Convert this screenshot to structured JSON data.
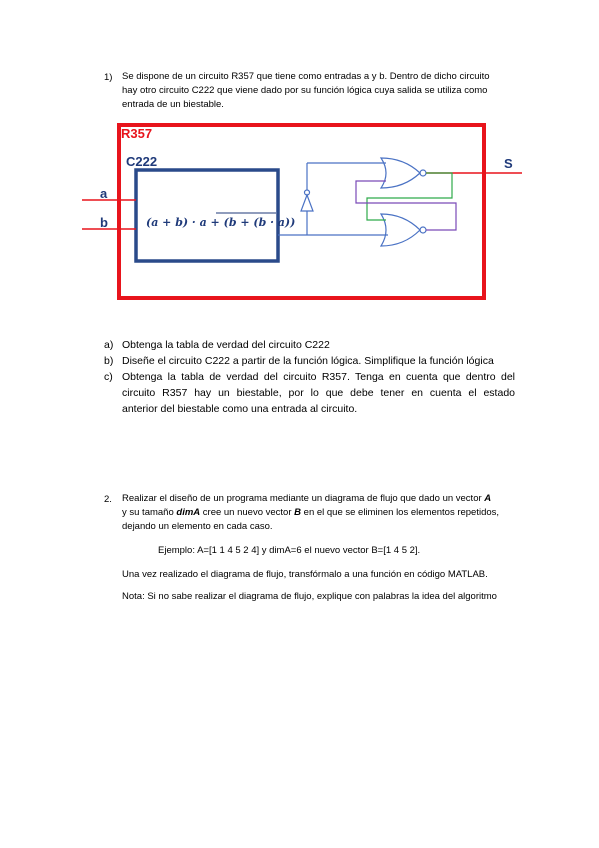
{
  "q1": {
    "number": "1)",
    "lines": [
      "Se dispone de un circuito R357 que tiene como entradas a y b. Dentro de dicho circuito",
      "hay otro circuito C222 que viene dado por su función lógica cuya salida se utiliza como",
      "entrada de un biestable."
    ],
    "diagram": {
      "outer_label": "R357",
      "inner_label": "C222",
      "input_a": "a",
      "input_b": "b",
      "output_s": "S",
      "formula_left": "(a + b) · a + ",
      "formula_over": "(b + (b · a))",
      "colors": {
        "outer": "#e8141c",
        "inner": "#2a4a8a",
        "wire_blue": "#4a72c4",
        "wire_green": "#2eaa4a",
        "wire_purple": "#7a4ab8",
        "input_red": "#e8141c"
      }
    },
    "items": [
      {
        "label": "a)",
        "text": "Obtenga la tabla de verdad del circuito C222"
      },
      {
        "label": "b)",
        "text": "Diseñe el circuito C222 a partir de la función lógica. Simplifique la función lógica"
      },
      {
        "label": "c)",
        "lines": [
          "Obtenga la tabla de verdad del circuito R357. Tenga en cuenta que dentro del",
          "circuito R357 hay un biestable, por lo que debe tener en cuenta el estado",
          "anterior del biestable como una entrada al circuito."
        ]
      }
    ]
  },
  "q2": {
    "number": "2.",
    "line1_pre": "Realizar el diseño de un programa mediante un diagrama de flujo que dado un vector ",
    "line1_var": "A",
    "line2_pre": "y su tamaño ",
    "line2_var1": "dimA",
    "line2_mid": " cree un nuevo vector ",
    "line2_var2": "B",
    "line2_post": " en el que se eliminen los elementos repetidos,",
    "line3": "dejando un elemento en cada caso.",
    "example": "Ejemplo: A=[1 1 4 5 2 4] y dimA=6 el nuevo vector B=[1 4 5 2].",
    "para1": "Una vez realizado el diagrama de flujo, transfórmalo a una función en código MATLAB.",
    "para2": "Nota: Si no sabe realizar el diagrama de flujo, explique con palabras la idea del algoritmo"
  }
}
